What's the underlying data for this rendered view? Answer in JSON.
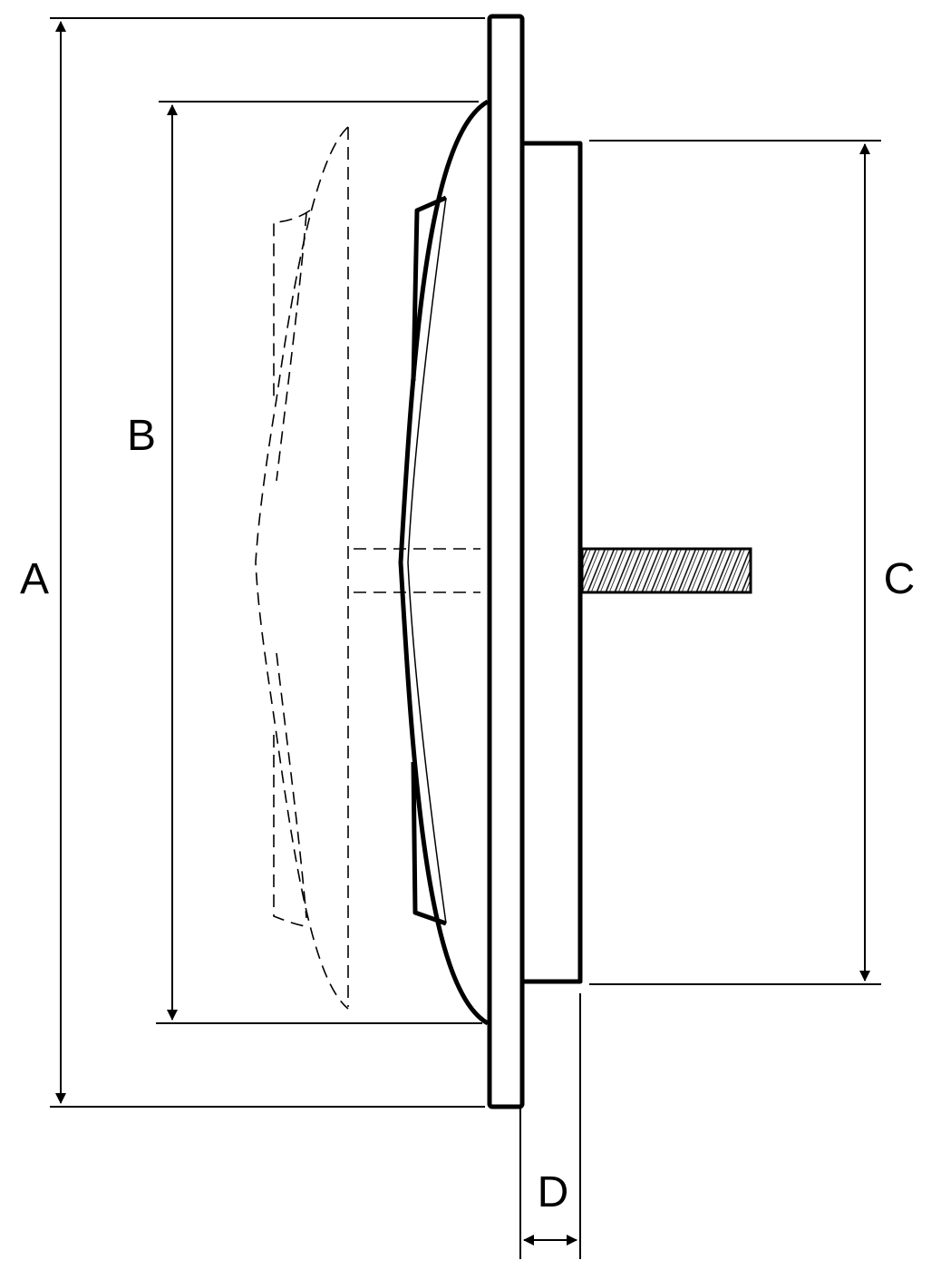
{
  "diagram": {
    "labels": {
      "a": "A",
      "b": "B",
      "c": "C",
      "d": "D"
    },
    "line_color": "#000000",
    "background": "#ffffff"
  }
}
